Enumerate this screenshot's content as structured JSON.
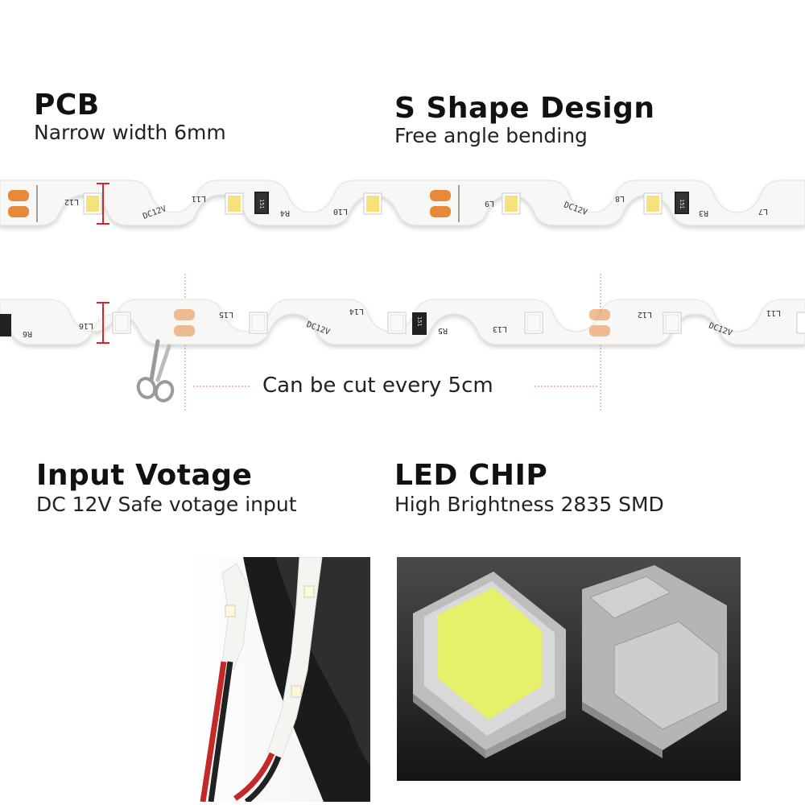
{
  "sections": {
    "pcb": {
      "title": "PCB",
      "subtitle": "Narrow width 6mm"
    },
    "s_shape": {
      "title": "S Shape Design",
      "subtitle": "Free angle bending"
    },
    "cut": {
      "label": "Can be cut every 5cm"
    },
    "input": {
      "title": "Input Votage",
      "subtitle": "DC 12V Safe votage input"
    },
    "chip": {
      "title": "LED CHIP",
      "subtitle": "High Brightness 2835 SMD"
    }
  },
  "strip_top": {
    "labels": [
      "L12",
      "DC12V",
      "L11",
      "R4",
      "L10",
      "L9",
      "L8",
      "DC12V",
      "R3",
      "L7"
    ],
    "resistor_code": "151"
  },
  "strip_bottom": {
    "labels": [
      "R6",
      "L16",
      "L15",
      "DC12V",
      "L14",
      "R5",
      "L13",
      "L12",
      "DC12V",
      "L11"
    ],
    "resistor_code": "151"
  },
  "colors": {
    "pcb": "#f7f7f5",
    "copper": "#e8893a",
    "led": "#f6e27a",
    "dimension_marker": "#d9252a",
    "guide_line": "#c0392b"
  },
  "icons": [
    "scissors-icon"
  ]
}
